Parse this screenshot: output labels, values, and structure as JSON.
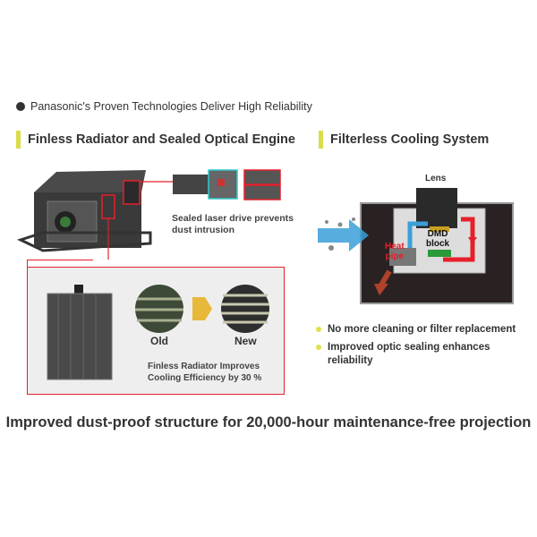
{
  "intro": "Panasonic's Proven Technologies Deliver High Reliability",
  "left_section": {
    "title": "Finless Radiator and Sealed Optical Engine",
    "laser_caption_line1": "Sealed laser drive prevents",
    "laser_caption_line2": "dust intrusion",
    "old_label": "Old",
    "new_label": "New",
    "radiator_caption_line1": "Finless Radiator Improves",
    "radiator_caption_line2": "Cooling Efficiency by 30 %"
  },
  "right_section": {
    "title": "Filterless Cooling System",
    "lens_label": "Lens",
    "heat_pipe_line1": "Heat",
    "heat_pipe_line2": "pipe",
    "dmd_line1": "DMD",
    "dmd_line2": "block",
    "bullets": [
      "No more cleaning or filter replacement",
      "Improved optic sealing enhances reliability"
    ]
  },
  "footer": "Improved dust-proof structure for 20,000-hour maintenance-free projection",
  "colors": {
    "accent_yellow": "#d9dd4a",
    "highlight_red": "#e5202a",
    "highlight_cyan": "#33c7cc",
    "air_blue": "#3aa0d8"
  }
}
